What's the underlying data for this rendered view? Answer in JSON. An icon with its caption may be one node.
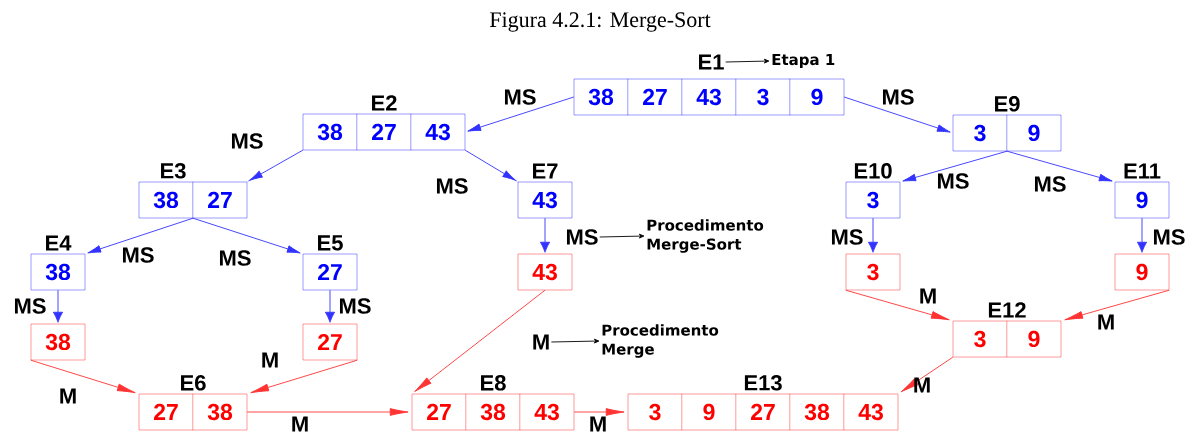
{
  "diagram": {
    "title": "Figura 4.2.1: Merge-Sort",
    "nodes": [
      {
        "text": [
          "E1"
        ]
      },
      {
        "text": [
          "Etapa 1"
        ]
      },
      {
        "text": [
          "38",
          "27",
          "43",
          "3",
          "9"
        ]
      },
      {
        "text": [
          "38",
          "27",
          "43"
        ],
        "beside": [
          "E2"
        ]
      },
      {
        "text": [
          "3",
          "9"
        ],
        "beside": [
          "E9"
        ]
      },
      {
        "text": [
          "38",
          "27"
        ],
        "beside": [
          "E3"
        ]
      },
      {
        "text": [
          "43"
        ],
        "beside": [
          "E7"
        ]
      },
      {
        "text": [
          "3"
        ],
        "beside": [
          "E10"
        ]
      },
      {
        "text": [
          "9"
        ],
        "beside": [
          "E11"
        ]
      },
      {
        "text": [
          "38"
        ],
        "beside": [
          "E4"
        ]
      },
      {
        "text": [
          "27"
        ],
        "beside": [
          "E5"
        ]
      },
      {
        "text": [
          "MS"
        ]
      },
      {
        "text": [
          "Procedimento Merge-Sort"
        ]
      },
      {
        "text": [
          "43"
        ]
      },
      {
        "text": [
          "3"
        ]
      },
      {
        "text": [
          "9"
        ]
      },
      {
        "text": [
          "38"
        ]
      },
      {
        "text": [
          "27"
        ]
      },
      {
        "text": [
          "M"
        ]
      },
      {
        "text": [
          "Procedimento Merge"
        ]
      },
      {
        "text": [
          "3",
          "9"
        ],
        "beside": [
          "E12"
        ]
      },
      {
        "text": [
          "27",
          "38"
        ],
        "beside": [
          "E6"
        ]
      },
      {
        "text": [
          "27",
          "38",
          "43"
        ],
        "beside": [
          "E8"
        ]
      },
      {
        "text": [
          "3",
          "9",
          "27",
          "38",
          "43"
        ],
        "beside": [
          "E13"
        ]
      }
    ],
    "edges": [
      {
        "from": 2,
        "to": 3,
        "arrow": "to",
        "label": "MS"
      },
      {
        "from": 2,
        "to": 4,
        "arrow": "to",
        "label": "MS"
      },
      {
        "from": 3,
        "to": 5,
        "arrow": "to",
        "label": "MS"
      },
      {
        "from": 3,
        "to": 6,
        "arrow": "to",
        "label": "MS"
      },
      {
        "from": 4,
        "to": 7,
        "arrow": "to",
        "label": "MS"
      },
      {
        "from": 4,
        "to": 8,
        "arrow": "to",
        "label": "MS"
      },
      {
        "from": 5,
        "to": 9,
        "arrow": "to",
        "label": "MS"
      },
      {
        "from": 5,
        "to": 10,
        "arrow": "to",
        "label": "MS"
      },
      {
        "from": 9,
        "to": 16,
        "arrow": "to",
        "label": "MS"
      },
      {
        "from": 10,
        "to": 17,
        "arrow": "to",
        "label": "MS"
      },
      {
        "from": 6,
        "to": 13,
        "arrow": "to"
      },
      {
        "from": 7,
        "to": 14,
        "arrow": "to",
        "label": "MS"
      },
      {
        "from": 8,
        "to": 15,
        "arrow": "to",
        "label": "MS"
      },
      {
        "from": 16,
        "to": 21,
        "arrow": "to",
        "label": "M",
        "color": "#ff3333"
      },
      {
        "from": 17,
        "to": 21,
        "arrow": "to",
        "label": "M",
        "color": "#ff3333"
      },
      {
        "from": 21,
        "to": 22,
        "arrow": "to",
        "label": "M",
        "color": "#ff3333"
      },
      {
        "from": 13,
        "to": 22,
        "arrow": "to",
        "color": "#ff3333"
      },
      {
        "from": 22,
        "to": 23,
        "arrow": "to",
        "label": "M",
        "color": "#ff3333"
      },
      {
        "from": 14,
        "to": 20,
        "arrow": "to",
        "label": "M",
        "color": "#ff3333"
      },
      {
        "from": 15,
        "to": 20,
        "arrow": "to",
        "label": "M",
        "color": "#ff3333"
      },
      {
        "from": 20,
        "to": 23,
        "arrow": "to",
        "label": "M",
        "color": "#ff3333"
      },
      {
        "from": 0,
        "to": 1,
        "arrow": "to",
        "color": "#000000"
      },
      {
        "from": 11,
        "to": 12,
        "arrow": "to",
        "color": "#000000"
      },
      {
        "from": 18,
        "to": 19,
        "arrow": "to",
        "color": "#000000"
      }
    ]
  }
}
